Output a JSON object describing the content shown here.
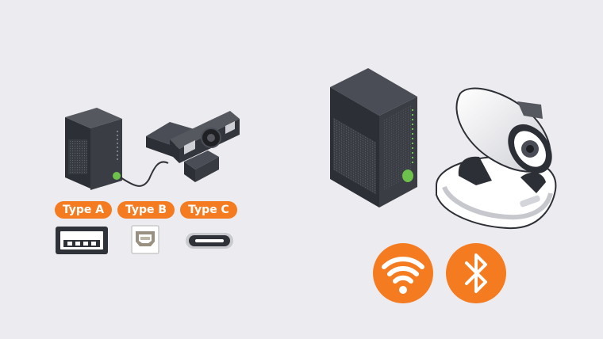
{
  "connectors": {
    "type_a": "Type A",
    "type_b": "Type B",
    "type_c": "Type C"
  },
  "colors": {
    "background": "#ecebf0",
    "accent_orange": "#f47b20",
    "device_dark": "#2f3238",
    "led_green": "#6cc24a"
  },
  "icons": [
    "wifi-icon",
    "bluetooth-icon",
    "usb-a-port-icon",
    "usb-b-port-icon",
    "usb-c-port-icon"
  ]
}
